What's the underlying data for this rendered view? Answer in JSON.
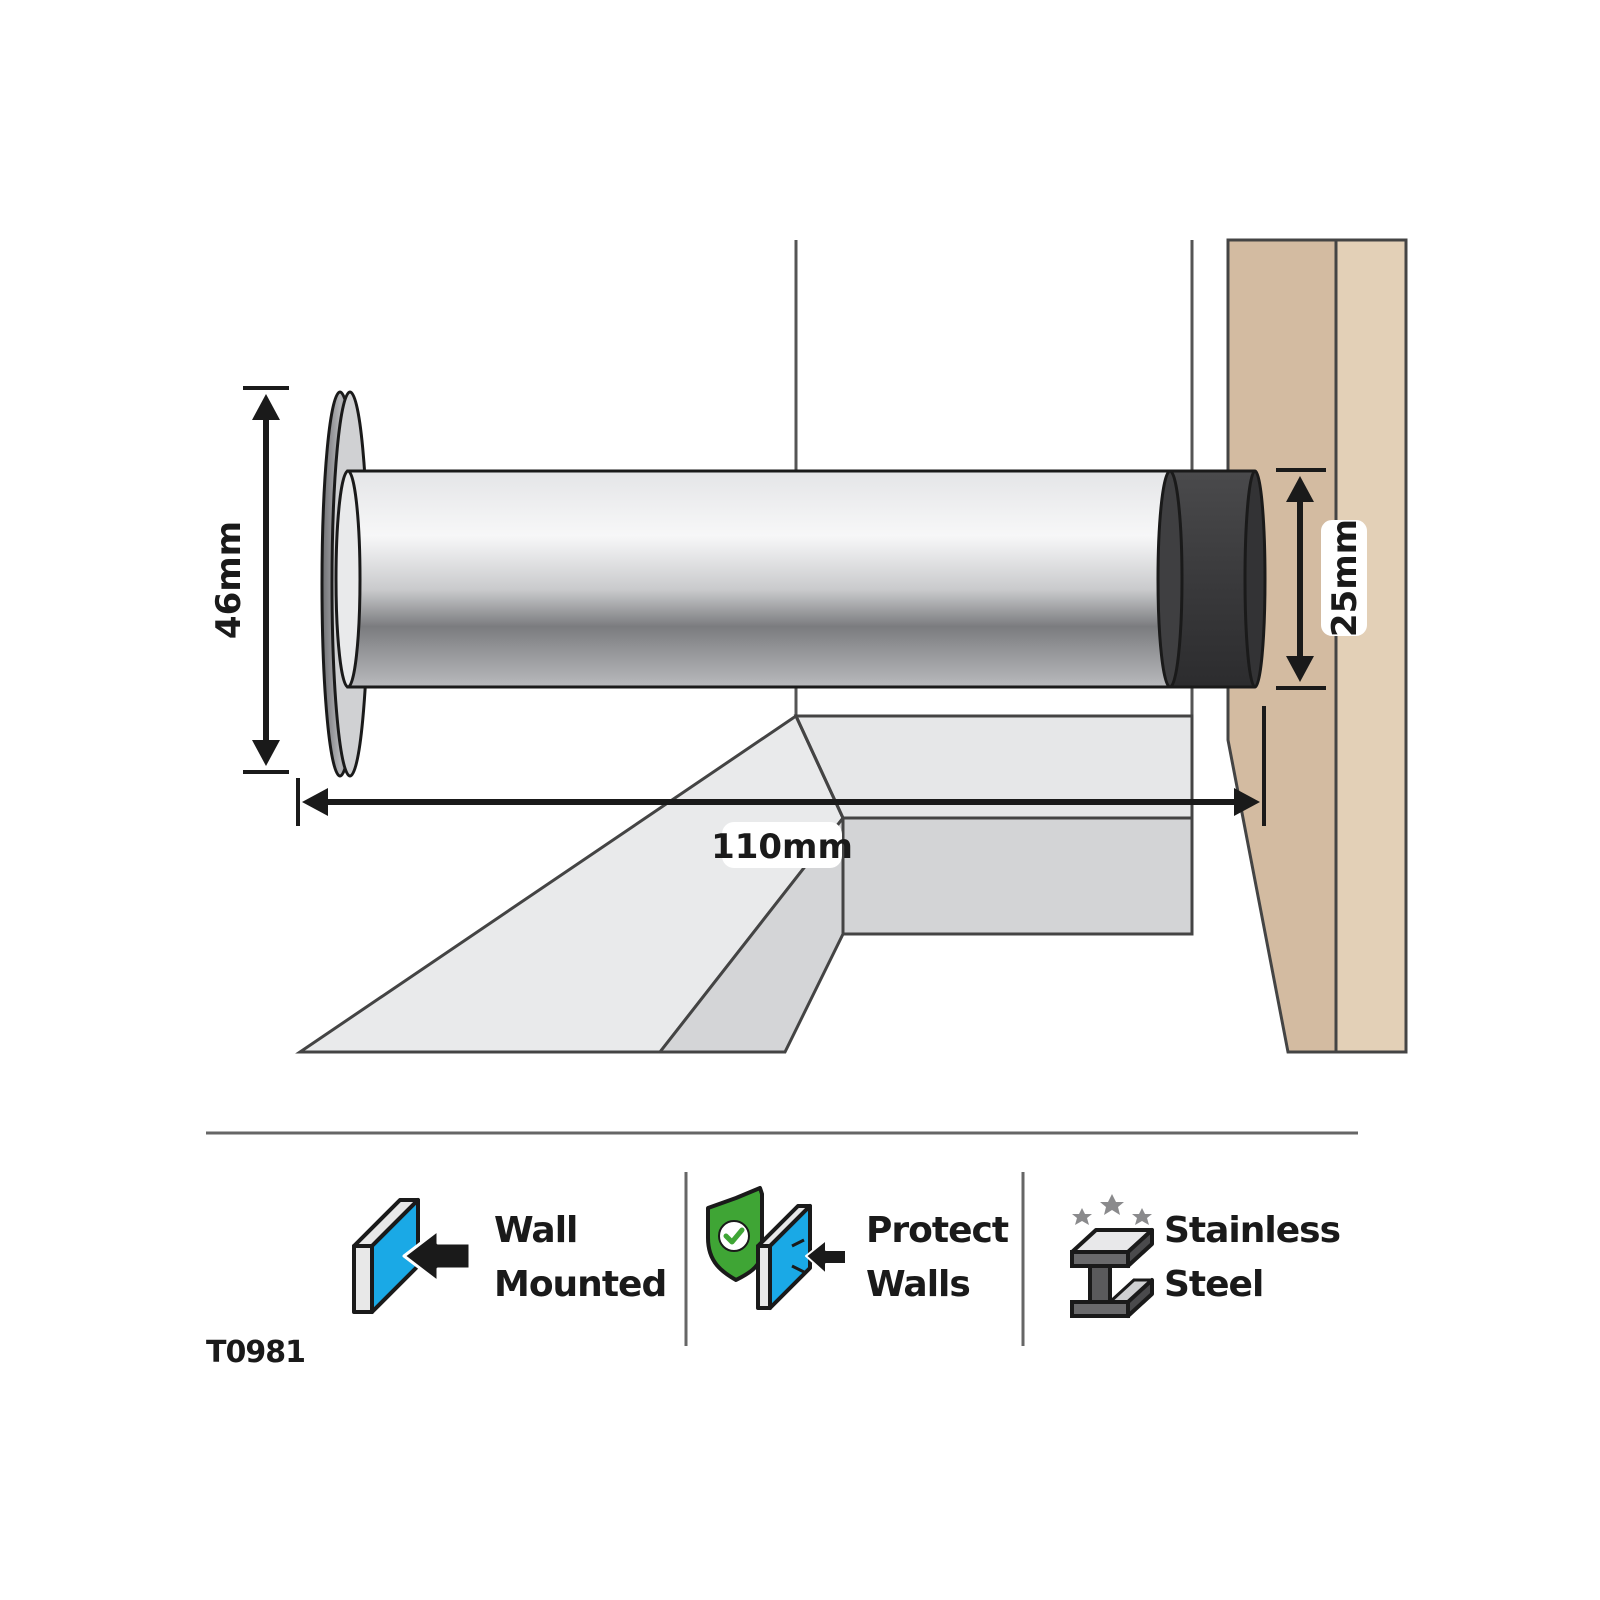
{
  "dimensions": {
    "base_diameter": "46mm",
    "length": "110mm",
    "tip_diameter": "25mm"
  },
  "features": [
    {
      "line1": "Wall",
      "line2": "Mounted",
      "icon": "wall-mount-icon"
    },
    {
      "line1": "Protect",
      "line2": "Walls",
      "icon": "protect-walls-icon"
    },
    {
      "line1": "Stainless",
      "line2": "Steel",
      "icon": "stainless-steel-icon"
    }
  ],
  "product_code": "T0981",
  "colors": {
    "door_wood": "#d3bba1",
    "door_wood_light": "#e3d0b7",
    "outline": "#1a1a1a",
    "rubber_tip": "#3b3b3d",
    "icon_blue": "#1aa9e6",
    "shield_green": "#3fa535",
    "steel_grey": "#5a5a5c"
  }
}
